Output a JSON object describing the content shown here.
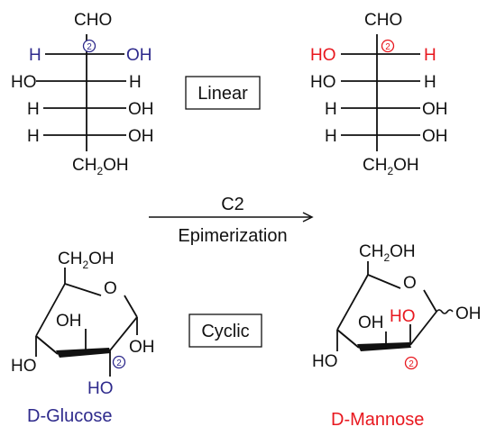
{
  "colors": {
    "ink": "#111111",
    "glucose_accent": "#2e2a8c",
    "mannose_accent": "#e8181f"
  },
  "marker": "2",
  "linear_label": "Linear",
  "cyclic_label": "Cyclic",
  "reaction": {
    "top_label": "C2",
    "bottom_label": "Epimerization"
  },
  "glucose": {
    "name": "D-Glucose",
    "fischer": {
      "top": "CHO",
      "rows": [
        {
          "left": "H",
          "right": "OH"
        },
        {
          "left": "HO",
          "right": "H"
        },
        {
          "left": "H",
          "right": "OH"
        },
        {
          "left": "H",
          "right": "OH"
        }
      ],
      "bottom_main": "CH",
      "bottom_sub": "2",
      "bottom_tail": "OH"
    },
    "ring": {
      "ch2oh_main": "CH",
      "ch2oh_sub": "2",
      "ch2oh_tail": "OH",
      "ring_o": "O",
      "oh_c1": "OH",
      "oh_c2": "HO",
      "oh_c3": "OH",
      "oh_c4": "HO"
    }
  },
  "mannose": {
    "name": "D-Mannose",
    "fischer": {
      "top": "CHO",
      "rows": [
        {
          "left": "HO",
          "right": "H"
        },
        {
          "left": "HO",
          "right": "H"
        },
        {
          "left": "H",
          "right": "OH"
        },
        {
          "left": "H",
          "right": "OH"
        }
      ],
      "bottom_main": "CH",
      "bottom_sub": "2",
      "bottom_tail": "OH"
    },
    "ring": {
      "ch2oh_main": "CH",
      "ch2oh_sub": "2",
      "ch2oh_tail": "OH",
      "ring_o": "O",
      "oh_c1": "OH",
      "oh_c2": "HO",
      "oh_c3": "OH",
      "oh_c4": "HO"
    }
  }
}
